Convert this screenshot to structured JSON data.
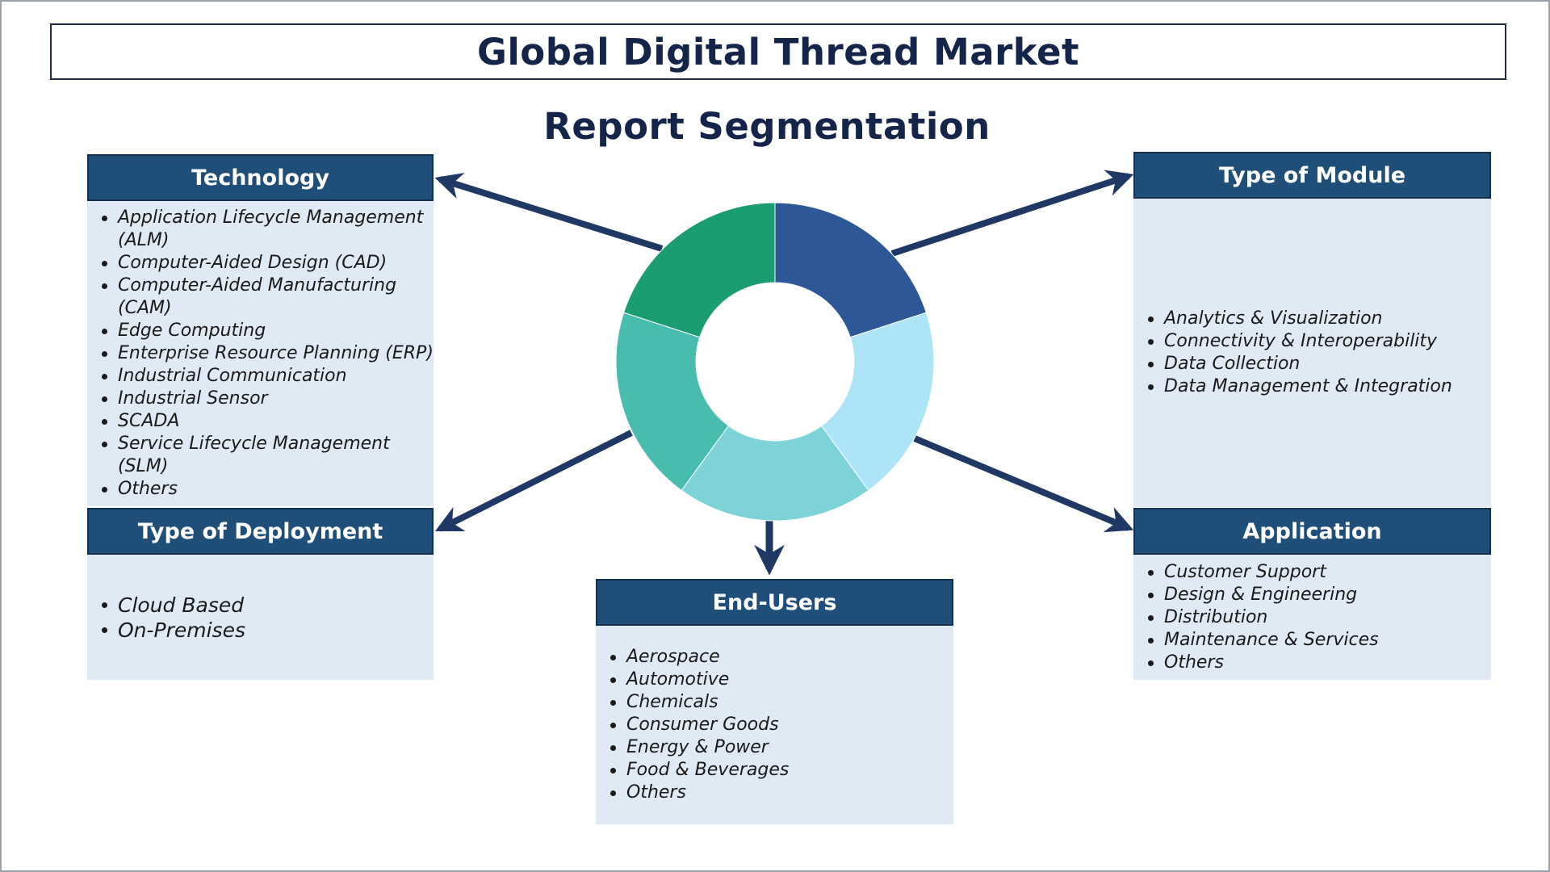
{
  "title": "Global Digital Thread Market",
  "subtitle": "Report Segmentation",
  "colors": {
    "header_fill": "#1f4e79",
    "card_fill": "#dfeaf5",
    "title_text": "#15254a",
    "arrow": "#1f3864"
  },
  "segments": {
    "technology": {
      "header": "Technology",
      "items": [
        "Application Lifecycle Management",
        "(ALM)",
        "Computer-Aided Design (CAD)",
        "Computer-Aided Manufacturing",
        "(CAM)",
        "Edge Computing",
        "Enterprise Resource Planning (ERP)",
        "Industrial Communication",
        "Industrial Sensor",
        "SCADA",
        "Service Lifecycle Management",
        "(SLM)",
        "Others"
      ]
    },
    "type_of_module": {
      "header": "Type of Module",
      "items": [
        "Analytics & Visualization",
        "Connectivity & Interoperability",
        "Data Collection",
        "Data Management & Integration"
      ]
    },
    "type_of_deployment": {
      "header": "Type of Deployment",
      "items": [
        "Cloud Based",
        "On-Premises"
      ]
    },
    "end_users": {
      "header": "End-Users",
      "items": [
        "Aerospace",
        "Automotive",
        "Chemicals",
        "Consumer Goods",
        "Energy & Power",
        "Food & Beverages",
        "Others"
      ]
    },
    "application": {
      "header": "Application",
      "items": [
        "Customer Support",
        "Design & Engineering",
        "Distribution",
        "Maintenance & Services",
        "Others"
      ]
    }
  },
  "donut": {
    "slices": [
      {
        "value": 20,
        "color": "#2e5797"
      },
      {
        "value": 20,
        "color": "#aee4f8"
      },
      {
        "value": 20,
        "color": "#7dd3d8"
      },
      {
        "value": 20,
        "color": "#48bcad"
      },
      {
        "value": 20,
        "color": "#1b9c72"
      }
    ]
  }
}
